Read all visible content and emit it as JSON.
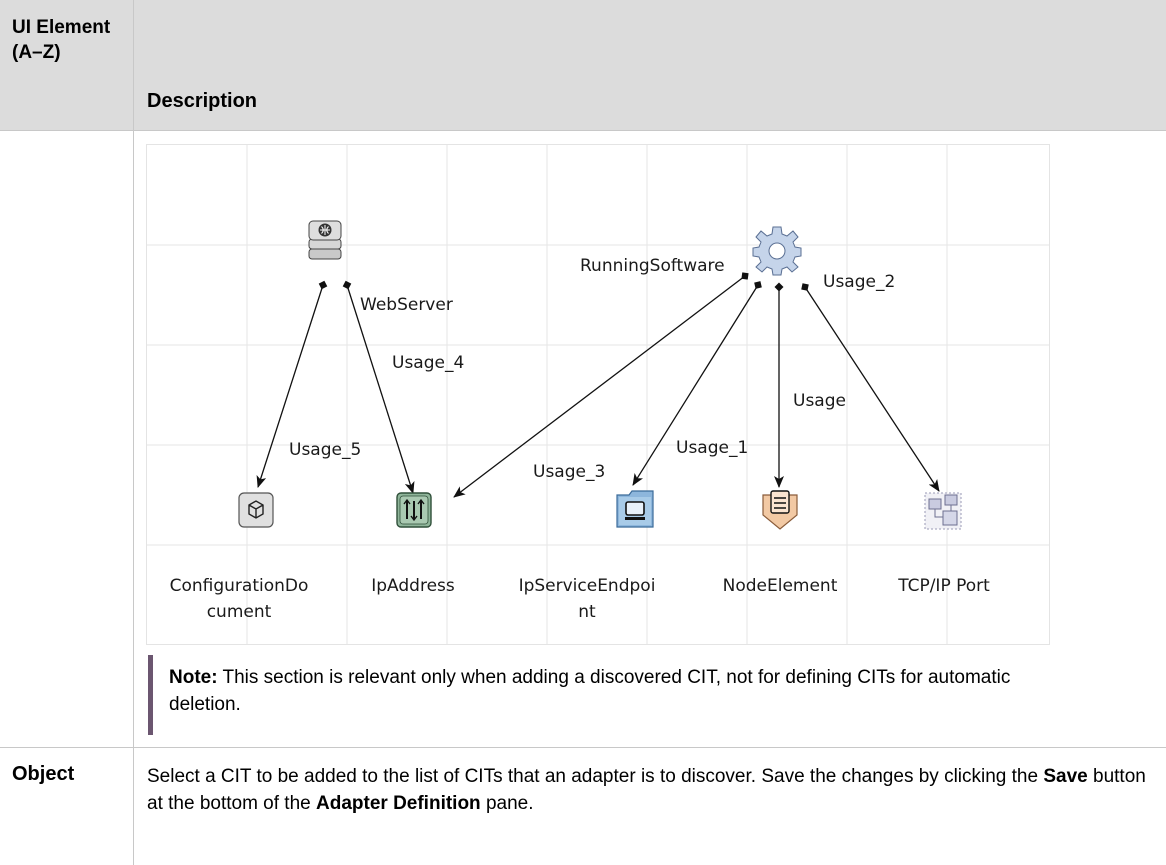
{
  "table": {
    "header": {
      "col1": "UI Element (A–Z)",
      "col2": "Description"
    },
    "rows": [
      {
        "ui_element": "",
        "diagram": {
          "nodes": {
            "webserver_label": "WebServer",
            "running_software_label": "RunningSoftware",
            "configuration_document_line1": "ConfigurationDo",
            "configuration_document_line2": "cument",
            "ip_address": "IpAddress",
            "ip_service_endpoint_line1": "IpServiceEndpoi",
            "ip_service_endpoint_line2": "nt",
            "node_element": "NodeElement",
            "tcp_ip_port": "TCP/IP Port"
          },
          "edges": {
            "usage": "Usage",
            "usage_1": "Usage_1",
            "usage_2": "Usage_2",
            "usage_3": "Usage_3",
            "usage_4": "Usage_4",
            "usage_5": "Usage_5"
          }
        },
        "note": {
          "label": "Note:",
          "text": " This section is relevant only when adding a discovered CIT, not for defining CITs for automatic deletion."
        }
      },
      {
        "ui_element": "Object",
        "description": {
          "part1": "Select a CIT to be added to the list of CITs that an adapter is to discover. Save the changes by clicking the ",
          "bold1": "Save",
          "part2": " button at the bottom of the ",
          "bold2": "Adapter Definition",
          "part3": " pane."
        }
      }
    ]
  },
  "icons": {
    "webserver": "webserver-icon",
    "running_software": "gear-icon",
    "configuration_document": "document-box-icon",
    "ip_address": "ip-address-icon",
    "ip_service_endpoint": "monitor-folder-icon",
    "node_element": "node-element-icon",
    "tcp_ip_port": "network-port-icon"
  },
  "colors": {
    "header_bg": "#dcdcdc",
    "note_bar": "#6b5670",
    "grid": "#e6e6e6"
  }
}
